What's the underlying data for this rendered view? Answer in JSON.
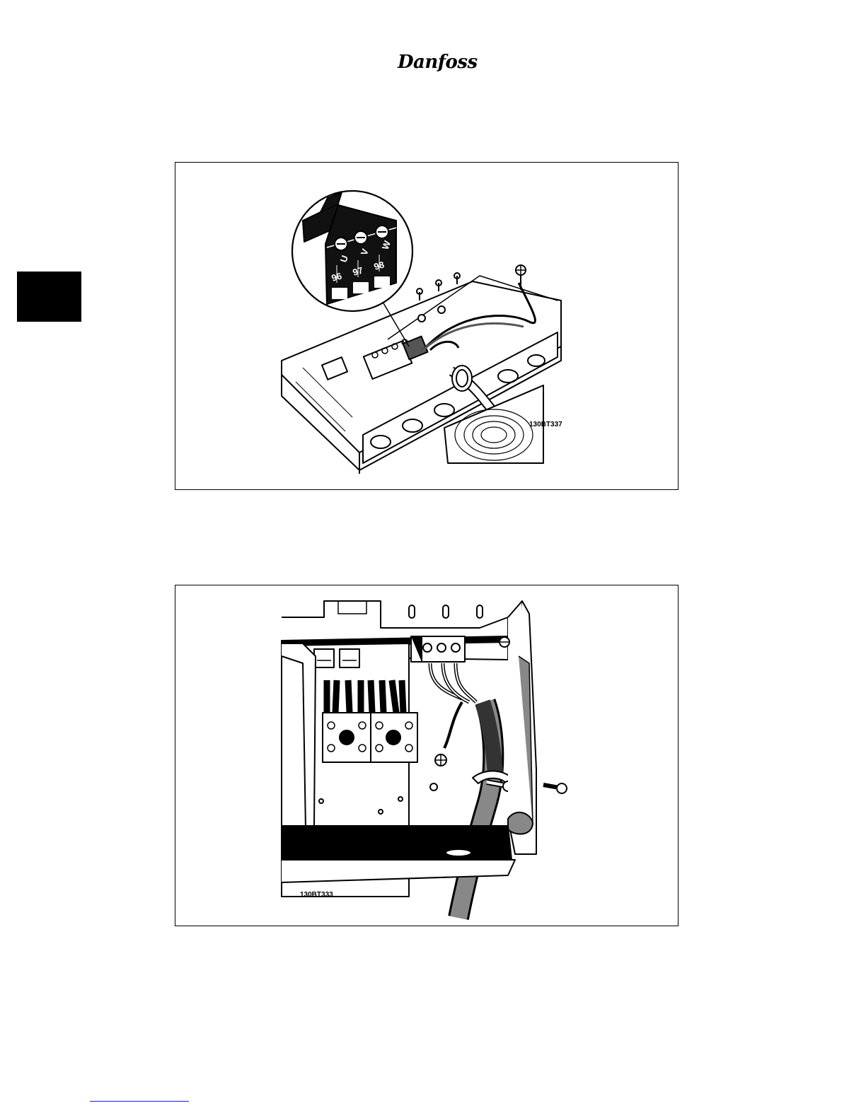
{
  "header": {
    "logo_text": "Danfoss"
  },
  "figures": [
    {
      "code": "130BT337",
      "terminals": [
        {
          "letter": "U",
          "number": "96"
        },
        {
          "letter": "V",
          "number": "97"
        },
        {
          "letter": "W",
          "number": "98"
        }
      ]
    },
    {
      "code": "130BT333"
    }
  ]
}
